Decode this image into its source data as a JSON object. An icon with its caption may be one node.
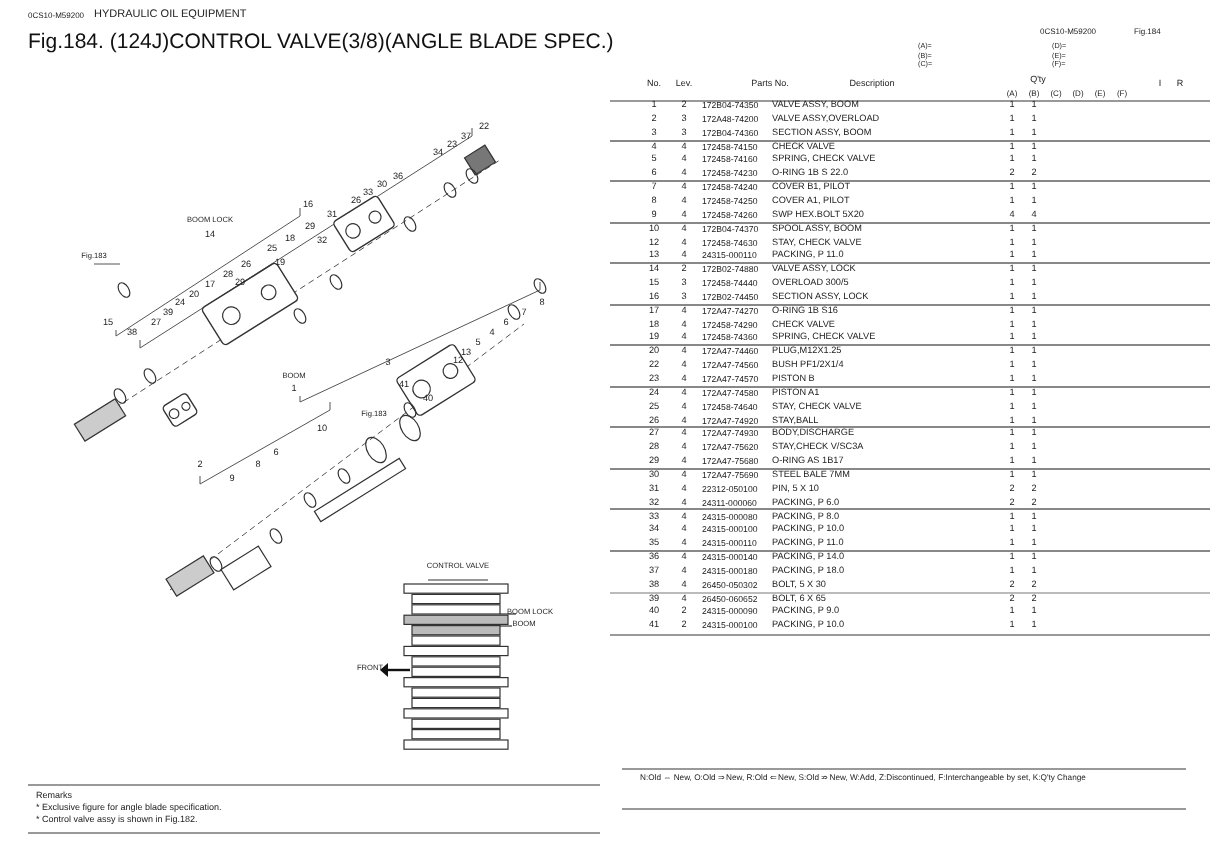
{
  "diagram": {
    "title": "Fig.184.  (124J)CONTROL VALVE(3/8)(ANGLE BLADE SPEC.)",
    "labels": [
      "0CS10-M59200",
      "HYDRAULIC OIL EQUIPMENT",
      "0CS10-M59200",
      "Fig.184",
      "(A)=",
      "(B)=",
      "(C)=",
      "(D)=",
      "(E)=",
      "(F)=",
      "No.",
      "Lev.",
      "Parts No.",
      "Description",
      "Q'ty",
      "(A)",
      "(B)",
      "(C)",
      "(D)",
      "(E)",
      "(F)",
      "I",
      "R",
      "1",
      "2",
      "172B04-74350",
      "VALVE ASSY, BOOM",
      "1",
      "1",
      "2",
      "3",
      "172A48-74200",
      "VALVE ASSY,OVERLOAD",
      "1",
      "1",
      "3",
      "3",
      "172B04-74360",
      "SECTION ASSY, BOOM",
      "1",
      "1",
      "4",
      "4",
      "172458-74150",
      "CHECK VALVE",
      "1",
      "1",
      "5",
      "4",
      "172458-74160",
      "SPRING, CHECK VALVE",
      "1",
      "1",
      "6",
      "4",
      "172458-74230",
      "O-RING 1B S 22.0",
      "2",
      "2",
      "7",
      "4",
      "172458-74240",
      "COVER B1, PILOT",
      "1",
      "1",
      "8",
      "4",
      "172458-74250",
      "COVER A1, PILOT",
      "1",
      "1",
      "9",
      "4",
      "172458-74260",
      "SWP HEX.BOLT 5X20",
      "4",
      "4",
      "10",
      "4",
      "172B04-74370",
      "SPOOL ASSY, BOOM",
      "1",
      "1",
      "12",
      "4",
      "172458-74630",
      "STAY, CHECK VALVE",
      "1",
      "1",
      "13",
      "4",
      "24315-000110",
      "PACKING, P 11.0",
      "1",
      "1",
      "14",
      "2",
      "172B02-74880",
      "VALVE ASSY, LOCK",
      "1",
      "1",
      "15",
      "3",
      "172458-74440",
      "OVERLOAD 300/5",
      "1",
      "1",
      "16",
      "3",
      "172B02-74450",
      "SECTION ASSY, LOCK",
      "1",
      "1",
      "17",
      "4",
      "172A47-74270",
      "O-RING 1B S16",
      "1",
      "1",
      "18",
      "4",
      "172458-74290",
      "CHECK VALVE",
      "1",
      "1",
      "19",
      "4",
      "172458-74360",
      "SPRING, CHECK VALVE",
      "1",
      "1",
      "20",
      "4",
      "172A47-74460",
      "PLUG,M12X1.25",
      "1",
      "1",
      "22",
      "4",
      "172A47-74560",
      "BUSH PF1/2X1/4",
      "1",
      "1",
      "23",
      "4",
      "172A47-74570",
      "PISTON B",
      "1",
      "1",
      "24",
      "4",
      "172A47-74580",
      "PISTON A1",
      "1",
      "1",
      "25",
      "4",
      "172458-74640",
      "STAY, CHECK VALVE",
      "1",
      "1",
      "26",
      "4",
      "172A47-74920",
      "STAY,BALL",
      "1",
      "1",
      "27",
      "4",
      "172A47-74930",
      "BODY,DISCHARGE",
      "1",
      "1",
      "28",
      "4",
      "172A47-75620",
      "STAY,CHECK V/SC3A",
      "1",
      "1",
      "29",
      "4",
      "172A47-75680",
      "O-RING AS 1B17",
      "1",
      "1",
      "30",
      "4",
      "172A47-75690",
      "STEEL BALE 7MM",
      "1",
      "1",
      "31",
      "4",
      "22312-050100",
      "PIN, 5 X 10",
      "2",
      "2",
      "32",
      "4",
      "24311-000060",
      "PACKING, P 6.0",
      "2",
      "2",
      "33",
      "4",
      "24315-000080",
      "PACKING, P 8.0",
      "1",
      "1",
      "34",
      "4",
      "24315-000100",
      "PACKING, P 10.0",
      "1",
      "1",
      "35",
      "4",
      "24315-000110",
      "PACKING, P 11.0",
      "1",
      "1",
      "36",
      "4",
      "24315-000140",
      "PACKING, P 14.0",
      "1",
      "1",
      "37",
      "4",
      "24315-000180",
      "PACKING, P 18.0",
      "1",
      "1",
      "38",
      "4",
      "26450-050302",
      "BOLT, 5 X 30",
      "2",
      "2",
      "39",
      "4",
      "26450-060652",
      "BOLT, 6 X 65",
      "2",
      "2",
      "40",
      "2",
      "24315-000090",
      "PACKING, P 9.0",
      "1",
      "1",
      "41",
      "2",
      "24315-000100",
      "PACKING, P 10.0",
      "1",
      "1",
      "Remarks",
      "* Exclusive figure for angle blade specification.",
      "* Control valve assy is shown in Fig.182.",
      "N:Old ⇔ New, O:Old ⇒ New, R:Old ⇐ New, S:Old ⇏ New, W:Add, Z:Discontinued, F:Interchangeable by set, K:Q'ty Change",
      "22",
      "37",
      "23",
      "34",
      "36",
      "30",
      "33",
      "16",
      "26",
      "31",
      "BOOM LOCK",
      "29",
      "14",
      "18",
      "32",
      "25",
      "Fig.183",
      "26",
      "19",
      "28",
      "17",
      "29",
      "20",
      "24",
      "8",
      "39",
      "7",
      "15",
      "27",
      "6",
      "38",
      "4",
      "5",
      "13",
      "3",
      "12",
      "BOOM",
      "1",
      "41",
      "40",
      "Fig.183",
      "10",
      "6",
      "2",
      "8",
      "9",
      "CONTROL VALVE",
      "BOOM LOCK",
      "BOOM",
      "FRONT"
    ]
  }
}
